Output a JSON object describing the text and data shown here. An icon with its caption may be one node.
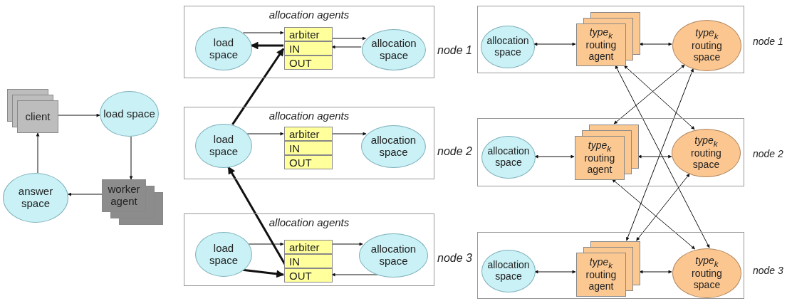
{
  "diagram": {
    "nodes": [
      {
        "text": [
          "client"
        ]
      },
      {
        "text": [
          "load space"
        ]
      },
      {
        "text": [
          "worker agent"
        ]
      },
      {
        "text": [
          "answer space"
        ]
      },
      {
        "text": [
          "allocation agents"
        ],
        "beside": [
          "node 1"
        ]
      },
      {
        "text": [
          "load space"
        ],
        "in": 4
      },
      {
        "text": [
          "arbiter"
        ],
        "in": 4
      },
      {
        "text": [
          "IN"
        ],
        "in": 4
      },
      {
        "text": [
          "OUT"
        ],
        "in": 4
      },
      {
        "text": [
          "allocation space"
        ],
        "in": 4
      },
      {
        "text": [
          "allocation agents"
        ],
        "beside": [
          "node 2"
        ]
      },
      {
        "text": [
          "load space"
        ],
        "in": 10
      },
      {
        "text": [
          "arbiter"
        ],
        "in": 10
      },
      {
        "text": [
          "IN"
        ],
        "in": 10
      },
      {
        "text": [
          "OUT"
        ],
        "in": 10
      },
      {
        "text": [
          "allocation space"
        ],
        "in": 10
      },
      {
        "text": [
          "allocation agents"
        ],
        "beside": [
          "node 3"
        ]
      },
      {
        "text": [
          "load space"
        ],
        "in": 16
      },
      {
        "text": [
          "arbiter"
        ],
        "in": 16
      },
      {
        "text": [
          "IN"
        ],
        "in": 16
      },
      {
        "text": [
          "OUT"
        ],
        "in": 16
      },
      {
        "text": [
          "allocation space"
        ],
        "in": 16
      },
      {
        "text": [],
        "shape": "box",
        "beside": [
          "node 1"
        ]
      },
      {
        "text": [
          "allocation space"
        ],
        "in": 22
      },
      {
        "text": [
          "type$_{k}$",
          "routing agent"
        ],
        "in": 22
      },
      {
        "text": [
          "type$_{k}$",
          "routing space"
        ],
        "in": 22
      },
      {
        "text": [],
        "shape": "box",
        "beside": [
          "node 2"
        ]
      },
      {
        "text": [
          "allocation space"
        ],
        "in": 26
      },
      {
        "text": [
          "type$_{k}$",
          "routing agent"
        ],
        "in": 26
      },
      {
        "text": [
          "type$_{k}$",
          "routing space"
        ],
        "in": 26
      },
      {
        "text": [],
        "shape": "box",
        "beside": [
          "node 3"
        ]
      },
      {
        "text": [
          "allocation space"
        ],
        "in": 30
      },
      {
        "text": [
          "type$_{k}$",
          "routing agent"
        ],
        "in": 30
      },
      {
        "text": [
          "type$_{k}$",
          "routing space"
        ],
        "in": 30
      }
    ],
    "edges": [
      {
        "from": 0,
        "to": 1,
        "arrow": "to"
      },
      {
        "from": 1,
        "to": 2,
        "arrow": "to"
      },
      {
        "from": 2,
        "to": 3,
        "arrow": "to"
      },
      {
        "from": 3,
        "to": 0,
        "arrow": "to"
      },
      {
        "from": 5,
        "to": 6,
        "arrow": "to"
      },
      {
        "from": 6,
        "to": 9,
        "arrow": "to"
      },
      {
        "from": 9,
        "to": 7,
        "arrow": "to"
      },
      {
        "from": 7,
        "to": 5,
        "arrow": "to",
        "style": "thick"
      },
      {
        "from": 11,
        "to": 12,
        "arrow": "to"
      },
      {
        "from": 12,
        "to": 15,
        "arrow": "to"
      },
      {
        "from": 11,
        "to": 7,
        "arrow": "to",
        "style": "thick"
      },
      {
        "from": 17,
        "to": 18,
        "arrow": "to"
      },
      {
        "from": 18,
        "to": 21,
        "arrow": "to"
      },
      {
        "from": 21,
        "to": 20,
        "arrow": "to"
      },
      {
        "from": 17,
        "to": 20,
        "arrow": "to",
        "style": "thick"
      },
      {
        "from": 20,
        "to": 11,
        "arrow": "to",
        "style": "thick"
      },
      {
        "from": 23,
        "to": 24,
        "arrow": "both"
      },
      {
        "from": 24,
        "to": 25,
        "arrow": "both"
      },
      {
        "from": 27,
        "to": 28,
        "arrow": "both"
      },
      {
        "from": 28,
        "to": 29,
        "arrow": "both"
      },
      {
        "from": 31,
        "to": 32,
        "arrow": "both"
      },
      {
        "from": 32,
        "to": 33,
        "arrow": "both"
      },
      {
        "from": 24,
        "to": 29,
        "arrow": "both"
      },
      {
        "from": 24,
        "to": 33,
        "arrow": "both"
      },
      {
        "from": 25,
        "to": 28,
        "arrow": "both"
      },
      {
        "from": 25,
        "to": 32,
        "arrow": "both"
      },
      {
        "from": 28,
        "to": 33,
        "arrow": "both"
      },
      {
        "from": 29,
        "to": 32,
        "arrow": "both"
      }
    ]
  }
}
